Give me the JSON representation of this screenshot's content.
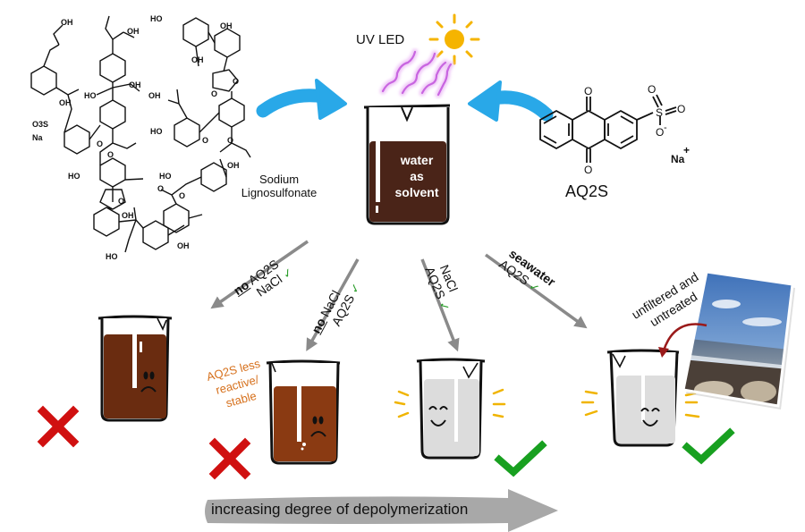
{
  "center": {
    "uv_label": "UV LED",
    "beaker_text": [
      "water",
      "as",
      "solvent"
    ]
  },
  "reactants": {
    "lignin_label": [
      "Sodium",
      "Lignosulfonate"
    ],
    "lignin_atoms": {
      "oh": "OH",
      "ho": "HO",
      "o": "O",
      "na": "Na",
      "so3": "O3S"
    },
    "aq2s_label": "AQ2S",
    "aq2s_atoms": {
      "o": "O",
      "s": "S",
      "na": "Na",
      "plus": "+",
      "minus": "-"
    }
  },
  "conditions": [
    {
      "id": "no-aq2s",
      "line1_prefix": "no",
      "line1": " AQ2S",
      "line2": "NaCl",
      "check": "✓",
      "outcome": "fail",
      "face": "sad",
      "liquid": "dark-brown"
    },
    {
      "id": "no-nacl",
      "line1_prefix": "no",
      "line1": " NaCl",
      "line2": "AQ2S",
      "check": "✓",
      "outcome": "fail",
      "face": "sad",
      "liquid": "brown",
      "note": [
        "AQ2S less",
        "reactive/",
        "stable"
      ]
    },
    {
      "id": "nacl-aq2s",
      "line1": "NaCl",
      "line2": "AQ2S",
      "check": "✓",
      "outcome": "success",
      "face": "happy",
      "liquid": "clear"
    },
    {
      "id": "seawater",
      "line1": "seawater",
      "line2": "AQ2S",
      "check": "✓",
      "outcome": "success",
      "face": "happy",
      "liquid": "clear",
      "photo_caption": [
        "unfiltered and",
        "untreated"
      ]
    }
  ],
  "bottom_arrow": {
    "text": "increasing degree of depolymerization"
  },
  "colors": {
    "blue_arrow": "#29a8e8",
    "sun": "#f5b400",
    "uv_wave": "#d47fe8",
    "liquid_dark": "#4a2418",
    "liquid_brown": "#8a3a12",
    "liquid_clear": "#dcdcdc",
    "fail_x": "#d01010",
    "success_check": "#18a020",
    "note_orange": "#d6701c",
    "gray_arrow": "#8a8a8a",
    "bottom_arrow": "#a8a8a8"
  }
}
